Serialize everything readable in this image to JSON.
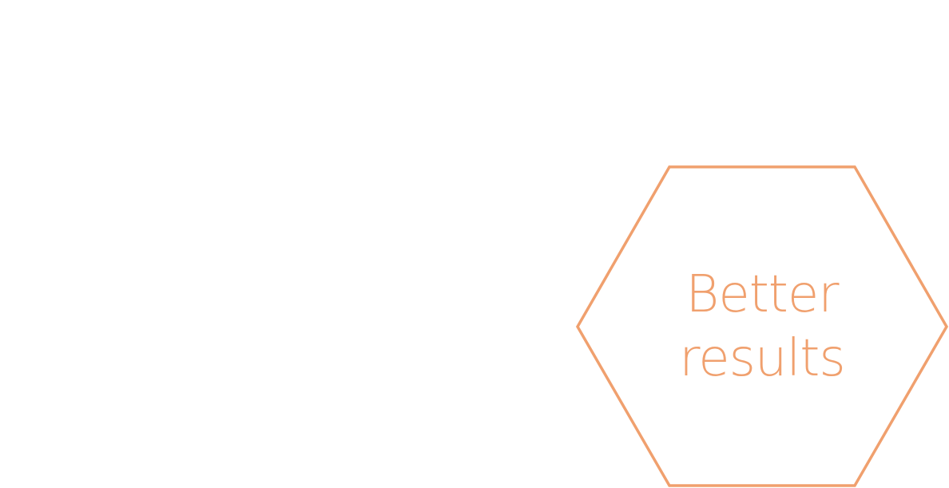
{
  "diagram": {
    "shape": "hexagon",
    "accent_color": "#f0a06e",
    "label_lines": [
      "Better",
      "results"
    ]
  }
}
